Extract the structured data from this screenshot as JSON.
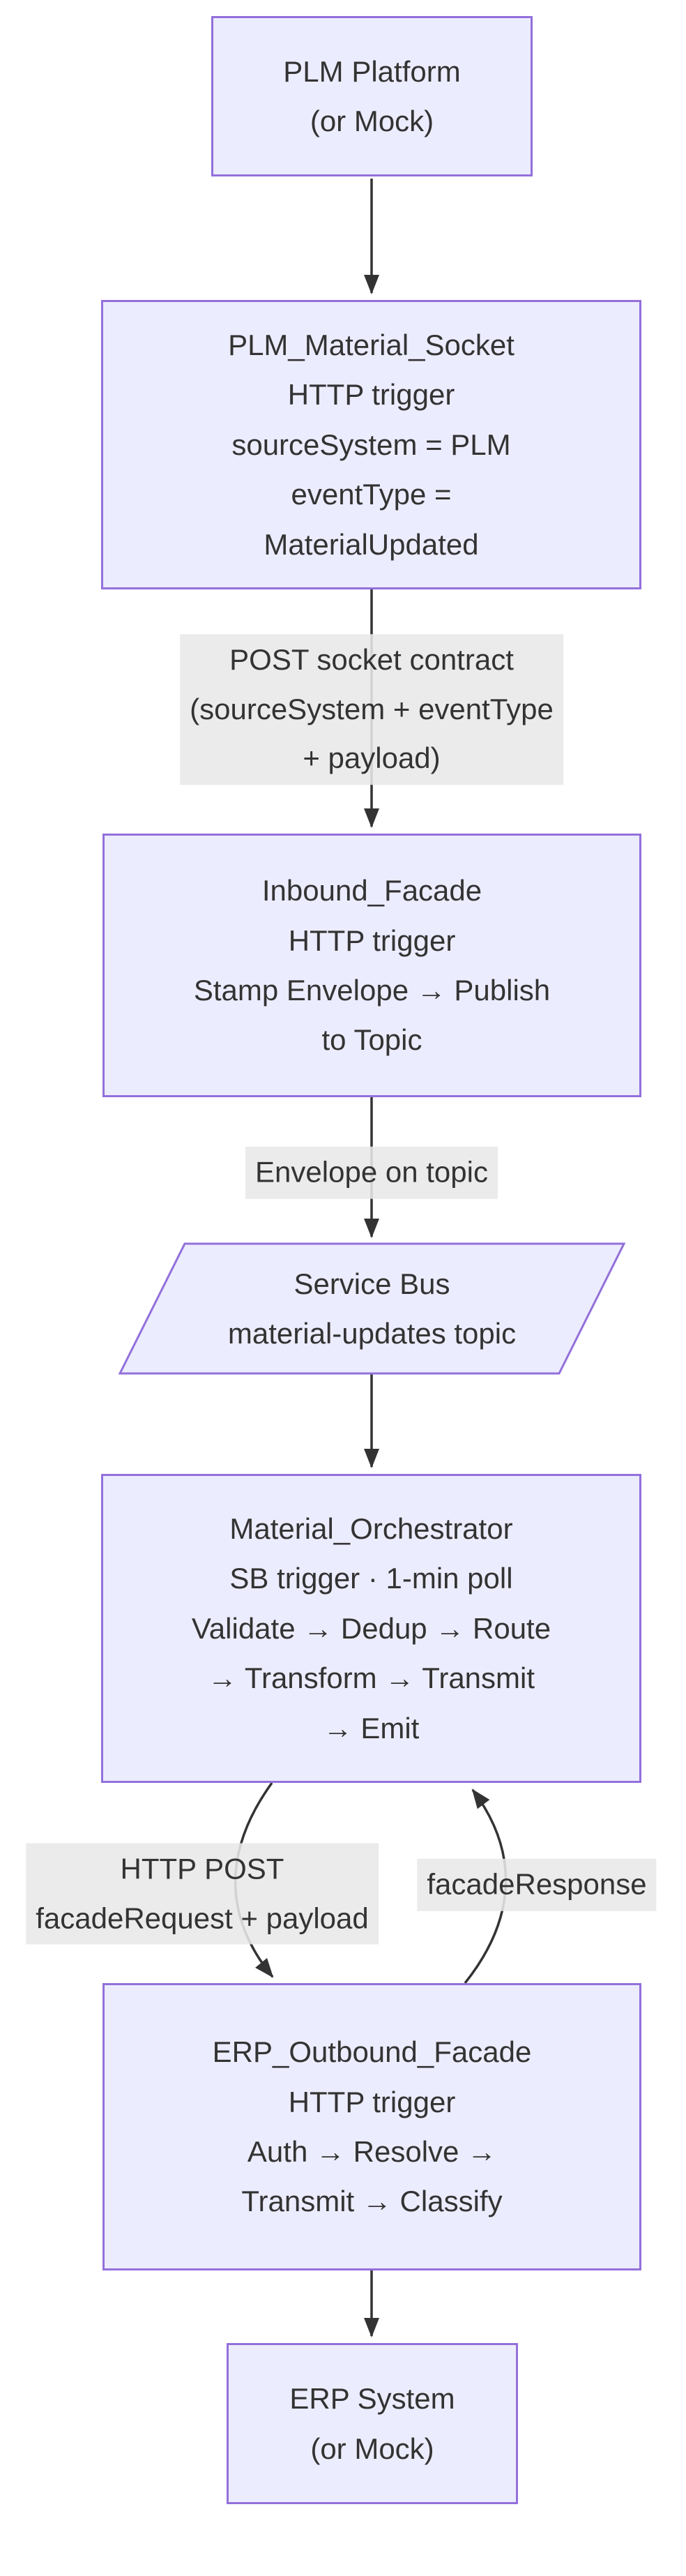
{
  "diagram": {
    "type": "flowchart-top-down",
    "colors": {
      "node_fill": "#ECECFF",
      "node_border": "#9370DB",
      "edge_stroke": "#333333",
      "edge_label_bg": "#e8e8e8",
      "text": "#333333",
      "background": "#ffffff"
    },
    "nodes": {
      "plm_platform": {
        "shape": "rect",
        "lines": [
          "PLM Platform",
          "(or Mock)"
        ]
      },
      "plm_material_socket": {
        "shape": "rect",
        "lines": [
          "PLM_Material_Socket",
          "HTTP trigger",
          "sourceSystem = PLM",
          "eventType =",
          "MaterialUpdated"
        ]
      },
      "inbound_facade": {
        "shape": "rect",
        "lines": [
          "Inbound_Facade",
          "HTTP trigger",
          "Stamp Envelope → Publish",
          "to Topic"
        ]
      },
      "service_bus_topic": {
        "shape": "parallelogram",
        "lines": [
          "Service Bus",
          "material-updates topic"
        ]
      },
      "material_orchestrator": {
        "shape": "rect",
        "lines": [
          "Material_Orchestrator",
          "SB trigger · 1-min poll",
          "Validate → Dedup → Route",
          "→ Transform → Transmit",
          "→ Emit"
        ]
      },
      "erp_outbound_facade": {
        "shape": "rect",
        "lines": [
          "ERP_Outbound_Facade",
          "HTTP trigger",
          "Auth → Resolve →",
          "Transmit → Classify"
        ]
      },
      "erp_system": {
        "shape": "rect",
        "lines": [
          "ERP System",
          "(or Mock)"
        ]
      }
    },
    "edge_labels": {
      "post_socket_contract": {
        "lines": [
          "POST socket contract",
          "(sourceSystem + eventType",
          "+ payload)"
        ]
      },
      "envelope_on_topic": {
        "lines": [
          "Envelope on topic"
        ]
      },
      "http_post_facade_request": {
        "lines": [
          "HTTP POST",
          "facadeRequest + payload"
        ]
      },
      "facade_response": {
        "lines": [
          "facadeResponse"
        ]
      }
    },
    "edges": [
      {
        "from": "plm_platform",
        "to": "plm_material_socket"
      },
      {
        "from": "plm_material_socket",
        "to": "inbound_facade",
        "label": "post_socket_contract"
      },
      {
        "from": "inbound_facade",
        "to": "service_bus_topic",
        "label": "envelope_on_topic"
      },
      {
        "from": "service_bus_topic",
        "to": "material_orchestrator"
      },
      {
        "from": "material_orchestrator",
        "to": "erp_outbound_facade",
        "label": "http_post_facade_request"
      },
      {
        "from": "erp_outbound_facade",
        "to": "material_orchestrator",
        "label": "facade_response"
      },
      {
        "from": "erp_outbound_facade",
        "to": "erp_system"
      }
    ]
  }
}
